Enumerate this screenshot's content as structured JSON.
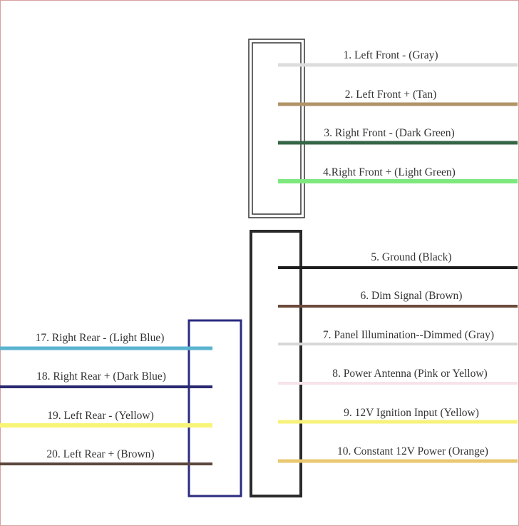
{
  "wires_top": [
    {
      "label": "1. Left Front - (Gray)",
      "color": "#dcdcdc"
    },
    {
      "label": "2. Left Front + (Tan)",
      "color": "#b09468"
    },
    {
      "label": "3. Right Front - (Dark Green)",
      "color": "#356645"
    },
    {
      "label": "4.Right Front + (Light Green)",
      "color": "#7de87d"
    }
  ],
  "wires_middle": [
    {
      "label": "5. Ground (Black)",
      "color": "#1e1e1e"
    },
    {
      "label": "6. Dim Signal (Brown)",
      "color": "#6b4a3a"
    },
    {
      "label": "7. Panel Illumination--Dimmed (Gray)",
      "color": "#d8d8d8"
    },
    {
      "label": "8. Power Antenna (Pink or Yellow)",
      "color": "#f6e4ea"
    },
    {
      "label": "9. 12V Ignition Input (Yellow)",
      "color": "#f7f27a"
    },
    {
      "label": "10. Constant 12V Power (Orange)",
      "color": "#e8c870"
    }
  ],
  "wires_left": [
    {
      "label": "17. Right Rear - (Light Blue)",
      "color": "#5ab4d0"
    },
    {
      "label": "18. Right Rear + (Dark Blue)",
      "color": "#2a2a70"
    },
    {
      "label": "19. Left Rear - (Yellow)",
      "color": "#f8f478"
    },
    {
      "label": "20. Left Rear + (Brown)",
      "color": "#5a463c"
    }
  ],
  "connectors": {
    "top_color": "#333333",
    "middle_color": "#2a2a2a",
    "left_color": "#2b2b80"
  }
}
